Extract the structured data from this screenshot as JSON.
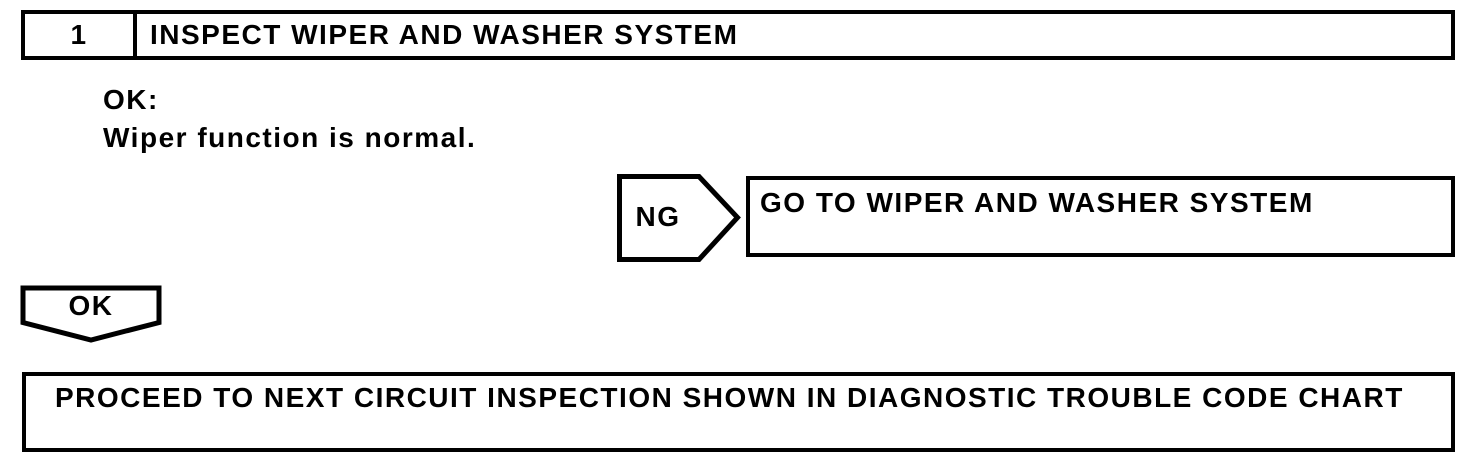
{
  "step": {
    "number": "1",
    "title": "INSPECT WIPER AND WASHER SYSTEM"
  },
  "criteria": {
    "label": "OK:",
    "description": "Wiper function is normal."
  },
  "ng_branch": {
    "connector_label": "NG",
    "action": "GO TO WIPER AND WASHER SYSTEM"
  },
  "ok_branch": {
    "connector_label": "OK",
    "action": "PROCEED TO NEXT CIRCUIT INSPECTION SHOWN IN DIAGNOSTIC TROUBLE CODE CHART"
  },
  "colors": {
    "line": "#000000",
    "background": "#ffffff"
  }
}
